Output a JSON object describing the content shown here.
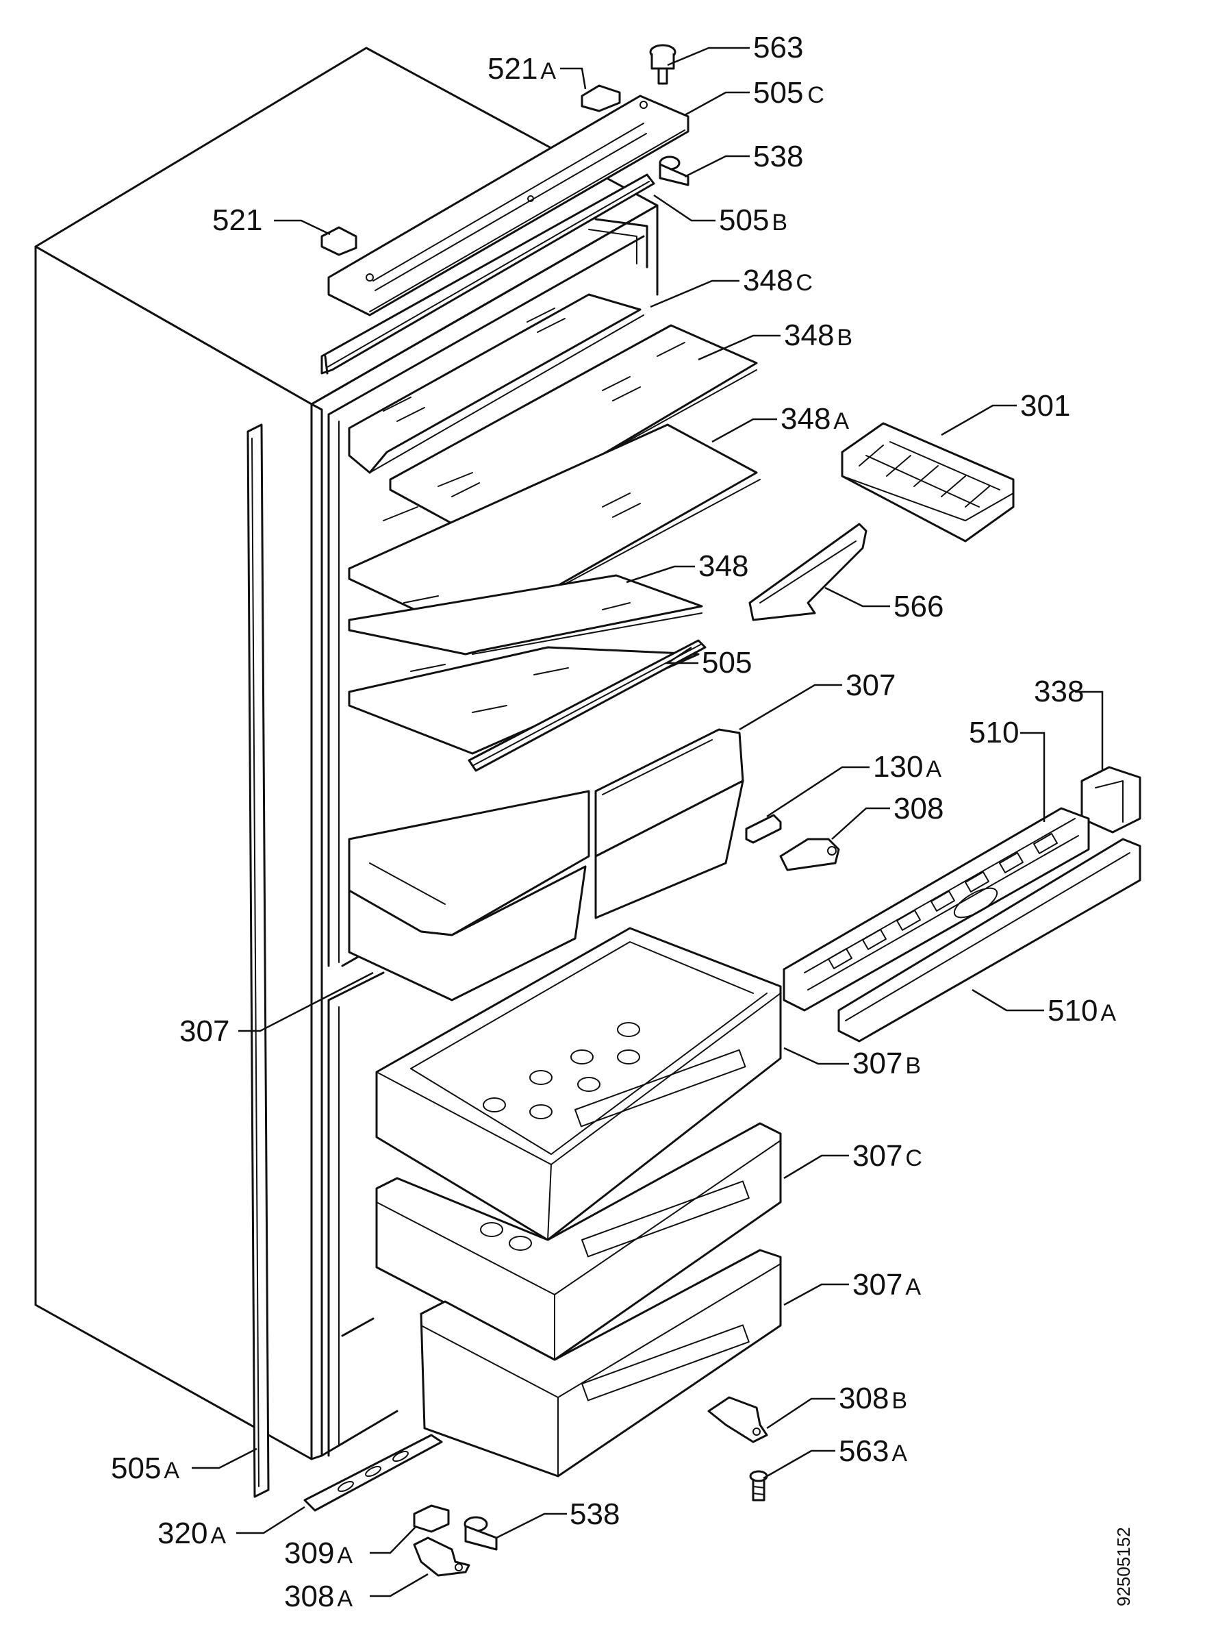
{
  "document_number": "92505152",
  "parts": [
    {
      "id": "p563",
      "num": "563",
      "suffix": ""
    },
    {
      "id": "p521A",
      "num": "521",
      "suffix": "A"
    },
    {
      "id": "p505C",
      "num": "505",
      "suffix": "C"
    },
    {
      "id": "p538a",
      "num": "538",
      "suffix": ""
    },
    {
      "id": "p521",
      "num": "521",
      "suffix": ""
    },
    {
      "id": "p505B",
      "num": "505",
      "suffix": "B"
    },
    {
      "id": "p348C",
      "num": "348",
      "suffix": "C"
    },
    {
      "id": "p348B",
      "num": "348",
      "suffix": "B"
    },
    {
      "id": "p301",
      "num": "301",
      "suffix": ""
    },
    {
      "id": "p348A",
      "num": "348",
      "suffix": "A"
    },
    {
      "id": "p348",
      "num": "348",
      "suffix": ""
    },
    {
      "id": "p566",
      "num": "566",
      "suffix": ""
    },
    {
      "id": "p505",
      "num": "505",
      "suffix": ""
    },
    {
      "id": "p307a",
      "num": "307",
      "suffix": ""
    },
    {
      "id": "p338",
      "num": "338",
      "suffix": ""
    },
    {
      "id": "p510",
      "num": "510",
      "suffix": ""
    },
    {
      "id": "p130A",
      "num": "130",
      "suffix": "A"
    },
    {
      "id": "p308",
      "num": "308",
      "suffix": ""
    },
    {
      "id": "p307b",
      "num": "307",
      "suffix": ""
    },
    {
      "id": "p510A",
      "num": "510",
      "suffix": "A"
    },
    {
      "id": "p307B",
      "num": "307",
      "suffix": "B"
    },
    {
      "id": "p307C",
      "num": "307",
      "suffix": "C"
    },
    {
      "id": "p307A",
      "num": "307",
      "suffix": "A"
    },
    {
      "id": "p308B",
      "num": "308",
      "suffix": "B"
    },
    {
      "id": "p563A",
      "num": "563",
      "suffix": "A"
    },
    {
      "id": "p505A",
      "num": "505",
      "suffix": "A"
    },
    {
      "id": "p320A",
      "num": "320",
      "suffix": "A"
    },
    {
      "id": "p538b",
      "num": "538",
      "suffix": ""
    },
    {
      "id": "p309A",
      "num": "309",
      "suffix": "A"
    },
    {
      "id": "p308A",
      "num": "308",
      "suffix": "A"
    }
  ]
}
